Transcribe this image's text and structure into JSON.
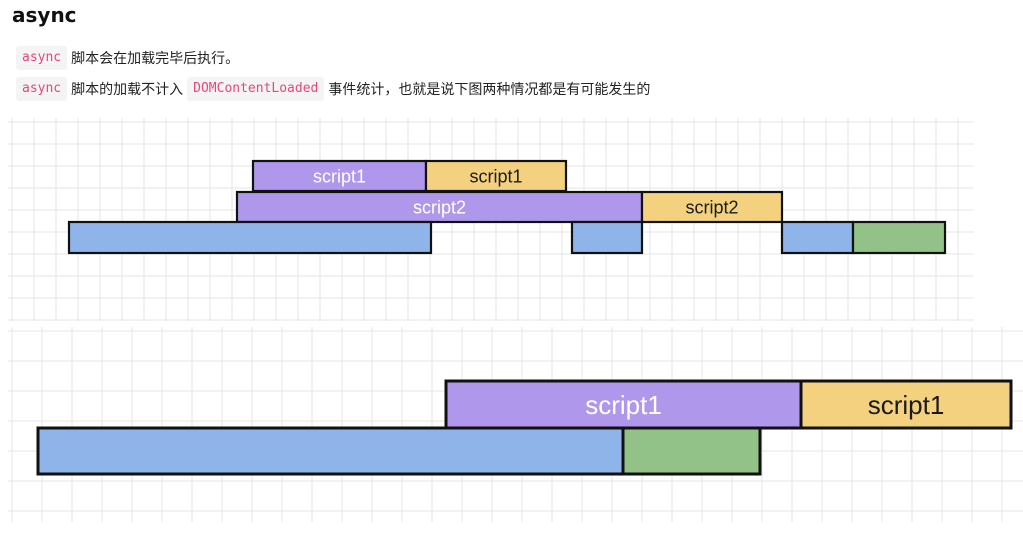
{
  "heading": "async",
  "paragraphs": [
    {
      "code": "async",
      "text": "脚本会在加载完毕后执行。"
    },
    {
      "code": "async",
      "text_before": "脚本的加载不计入",
      "code2": "DOMContentLoaded",
      "text_after": "事件统计，也就是说下图两种情况都是有可能发生的"
    }
  ],
  "colors": {
    "download": "#af98ec",
    "execute": "#f3d17f",
    "parse": "#8fb4e9",
    "loaded": "#92c287",
    "border": "#111111",
    "grid": "#e6e6e6",
    "code_text": "#e8467c",
    "code_bg": "#f4f4f4"
  },
  "figures": [
    {
      "bars": [
        {
          "kind": "download",
          "label": "script1",
          "start": 245,
          "end": 418,
          "row": 0
        },
        {
          "kind": "execute",
          "label": "script1",
          "start": 418,
          "end": 558,
          "row": 0
        },
        {
          "kind": "download",
          "label": "script2",
          "start": 229,
          "end": 634,
          "row": 1
        },
        {
          "kind": "execute",
          "label": "script2",
          "start": 634,
          "end": 774,
          "row": 1
        },
        {
          "kind": "parse",
          "label": "",
          "start": 61,
          "end": 423,
          "row": 2
        },
        {
          "kind": "parse",
          "label": "",
          "start": 564,
          "end": 634,
          "row": 2
        },
        {
          "kind": "parse",
          "label": "",
          "start": 774,
          "end": 845,
          "row": 2
        },
        {
          "kind": "loaded",
          "label": "",
          "start": 845,
          "end": 937,
          "row": 2
        }
      ]
    },
    {
      "bars": [
        {
          "kind": "download",
          "label": "script1",
          "start": 438,
          "end": 793,
          "row": 0
        },
        {
          "kind": "execute",
          "label": "script1",
          "start": 793,
          "end": 1003,
          "row": 0
        },
        {
          "kind": "parse",
          "label": "",
          "start": 30,
          "end": 615,
          "row": 1
        },
        {
          "kind": "loaded",
          "label": "",
          "start": 615,
          "end": 752,
          "row": 1
        }
      ]
    }
  ]
}
